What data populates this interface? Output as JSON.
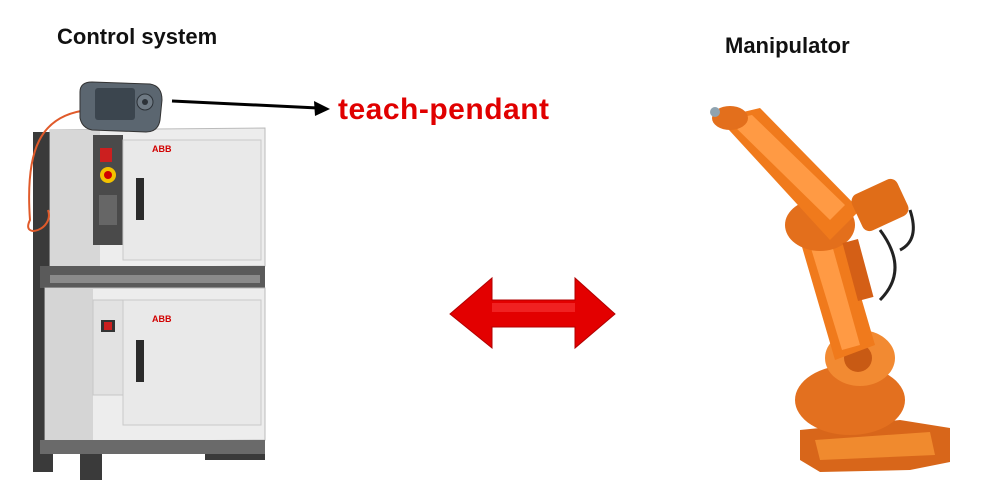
{
  "labels": {
    "control_system": "Control system",
    "manipulator": "Manipulator",
    "teach_pendant": "teach-pendant"
  },
  "cabinet_brand": "ABB",
  "colors": {
    "pendant_text": "#e00000",
    "double_arrow": "#e30000",
    "robot_orange": "#f07a1c",
    "cabinet_grey": "#e6e6e6"
  },
  "icons": [
    "teach-pendant-device",
    "robot-controller-cabinet",
    "double-arrow",
    "industrial-robot-arm"
  ]
}
